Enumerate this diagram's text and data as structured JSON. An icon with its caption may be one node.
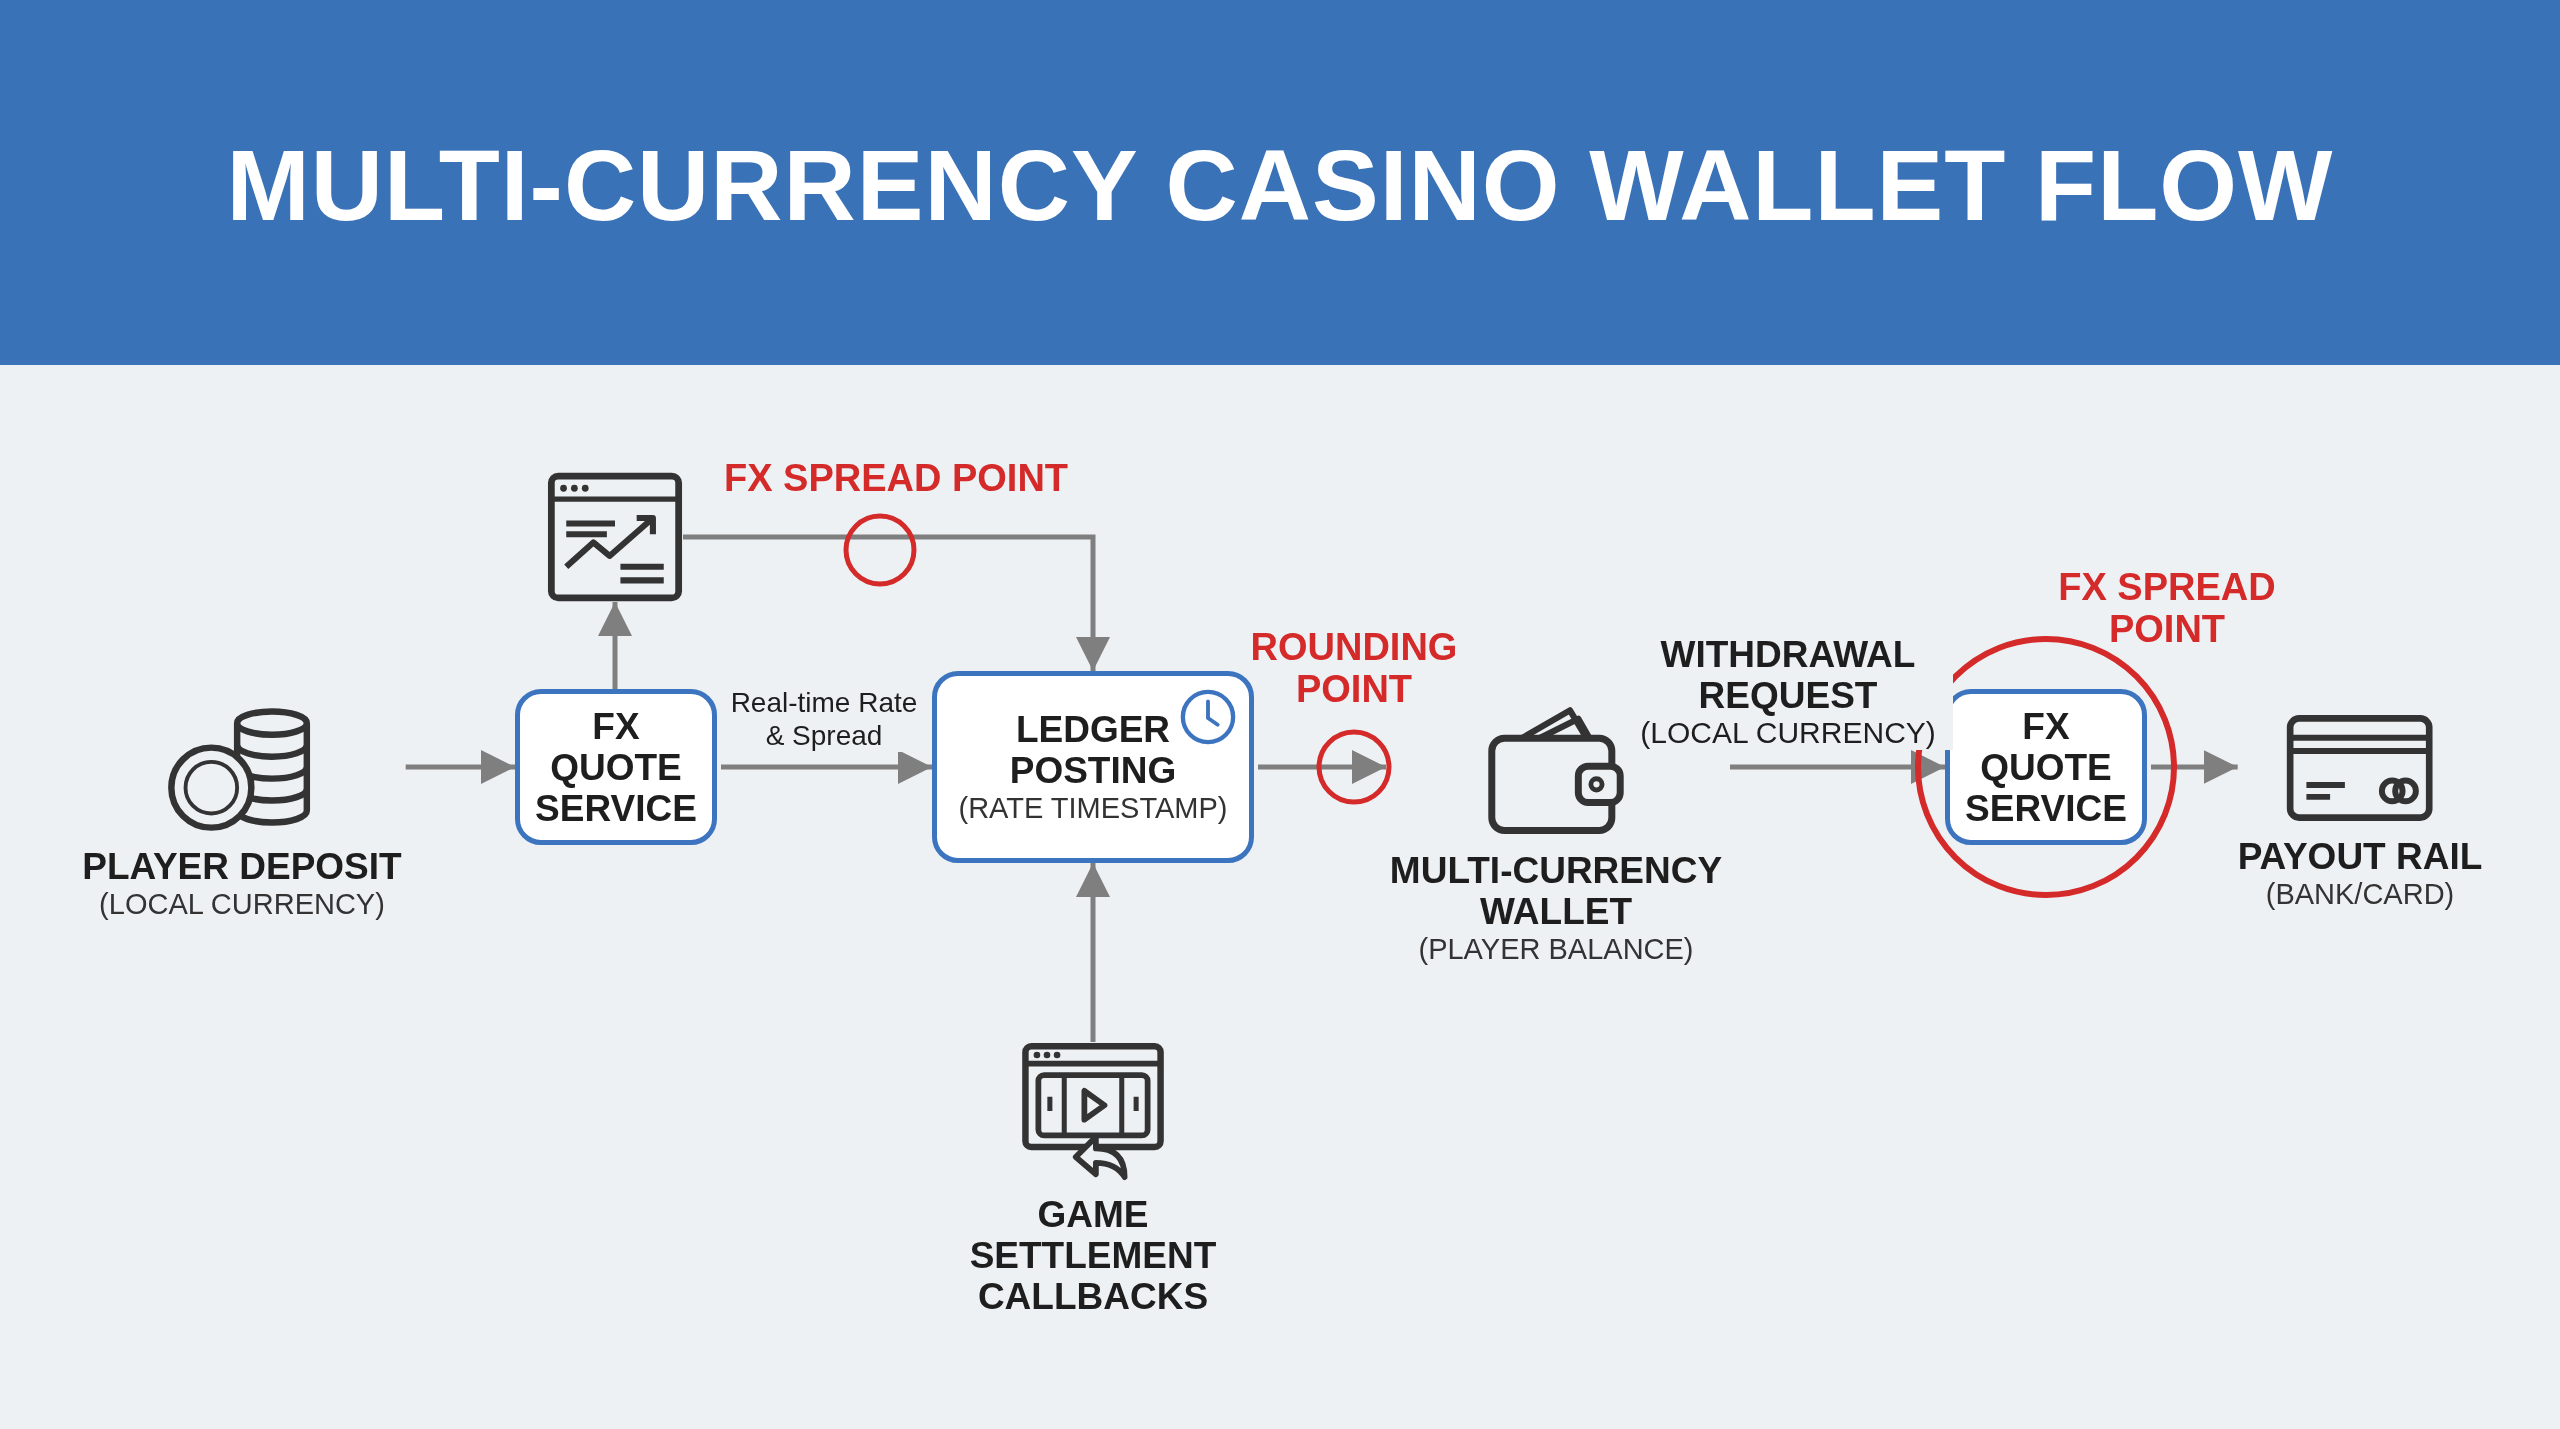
{
  "diagram": {
    "title": "MULTI-CURRENCY CASINO WALLET FLOW",
    "nodes": [
      {
        "text": [
          "PLAYER DEPOSIT",
          "(LOCAL CURRENCY)"
        ]
      },
      {
        "text": [
          "FX QUOTE SERVICE"
        ]
      },
      {
        "text": [],
        "shape": "picture"
      },
      {
        "text": [
          "LEDGER POSTING",
          "(RATE TIMESTAMP)"
        ]
      },
      {
        "text": [
          "GAME SETTLEMENT CALLBACKS"
        ]
      },
      {
        "text": [
          "MULTI-CURRENCY WALLET",
          "(PLAYER BALANCE)"
        ]
      },
      {
        "text": [
          "FX QUOTE SERVICE"
        ]
      },
      {
        "text": [
          "PAYOUT RAIL",
          "(BANK/CARD)"
        ]
      }
    ],
    "edges": [
      {
        "from": 0,
        "to": 1,
        "arrow": "to"
      },
      {
        "from": 1,
        "to": 2,
        "arrow": "to"
      },
      {
        "from": 2,
        "to": 3,
        "arrow": "to"
      },
      {
        "from": 1,
        "to": 3,
        "arrow": "to",
        "label": "Real-time Rate & Spread"
      },
      {
        "from": 4,
        "to": 3,
        "arrow": "to"
      },
      {
        "from": 3,
        "to": 5,
        "arrow": "to"
      },
      {
        "from": 5,
        "to": 6,
        "arrow": "to",
        "label": "**WITHDRAWAL REQUEST** (LOCAL CURRENCY)"
      },
      {
        "from": 6,
        "to": 7,
        "arrow": "to"
      }
    ],
    "labels": [
      "FX SPREAD POINT",
      "ROUNDING POINT",
      "FX SPREAD POINT"
    ]
  }
}
